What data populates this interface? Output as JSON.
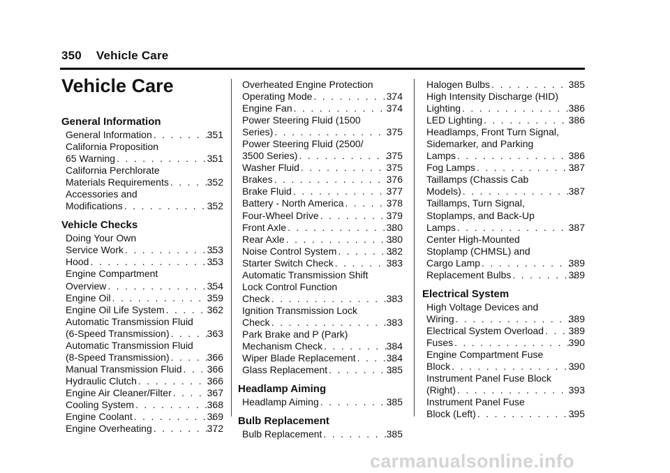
{
  "header": {
    "page_number": "350",
    "section": "Vehicle Care"
  },
  "title": "Vehicle Care",
  "watermark": "carmanualsonline.info",
  "columns": [
    [
      {
        "type": "section",
        "text": "General Information"
      },
      {
        "type": "entry",
        "lines": [
          "General Information"
        ],
        "page": "351"
      },
      {
        "type": "entry",
        "lines": [
          "California Proposition",
          "65 Warning"
        ],
        "page": "351"
      },
      {
        "type": "entry",
        "lines": [
          "California Perchlorate",
          "Materials Requirements"
        ],
        "page": "352"
      },
      {
        "type": "entry",
        "lines": [
          "Accessories and",
          "Modifications"
        ],
        "page": "352"
      },
      {
        "type": "section",
        "text": "Vehicle Checks"
      },
      {
        "type": "entry",
        "lines": [
          "Doing Your Own",
          "Service Work"
        ],
        "page": "353"
      },
      {
        "type": "entry",
        "lines": [
          "Hood"
        ],
        "page": "353"
      },
      {
        "type": "entry",
        "lines": [
          "Engine Compartment",
          "Overview"
        ],
        "page": "354"
      },
      {
        "type": "entry",
        "lines": [
          "Engine Oil"
        ],
        "page": "359"
      },
      {
        "type": "entry",
        "lines": [
          "Engine Oil Life System"
        ],
        "page": "362"
      },
      {
        "type": "entry",
        "lines": [
          "Automatic Transmission Fluid",
          "(6-Speed Transmission)"
        ],
        "page": "363"
      },
      {
        "type": "entry",
        "lines": [
          "Automatic Transmission Fluid",
          "(8-Speed Transmission)"
        ],
        "page": "366"
      },
      {
        "type": "entry",
        "lines": [
          "Manual Transmission Fluid"
        ],
        "page": "366"
      },
      {
        "type": "entry",
        "lines": [
          "Hydraulic Clutch"
        ],
        "page": "366"
      },
      {
        "type": "entry",
        "lines": [
          "Engine Air Cleaner/Filter"
        ],
        "page": "367"
      },
      {
        "type": "entry",
        "lines": [
          "Cooling System"
        ],
        "page": "368"
      },
      {
        "type": "entry",
        "lines": [
          "Engine Coolant"
        ],
        "page": "369"
      },
      {
        "type": "entry",
        "lines": [
          "Engine Overheating"
        ],
        "page": "372"
      }
    ],
    [
      {
        "type": "entry",
        "lines": [
          "Overheated Engine Protection",
          "Operating Mode"
        ],
        "page": "374"
      },
      {
        "type": "entry",
        "lines": [
          "Engine Fan"
        ],
        "page": "374"
      },
      {
        "type": "entry",
        "lines": [
          "Power Steering Fluid (1500",
          "Series)"
        ],
        "page": "375"
      },
      {
        "type": "entry",
        "lines": [
          "Power Steering Fluid (2500/",
          "3500 Series)"
        ],
        "page": "375"
      },
      {
        "type": "entry",
        "lines": [
          "Washer Fluid"
        ],
        "page": "375"
      },
      {
        "type": "entry",
        "lines": [
          "Brakes"
        ],
        "page": "376"
      },
      {
        "type": "entry",
        "lines": [
          "Brake Fluid"
        ],
        "page": "377"
      },
      {
        "type": "entry",
        "lines": [
          "Battery - North America"
        ],
        "page": "378"
      },
      {
        "type": "entry",
        "lines": [
          "Four-Wheel Drive"
        ],
        "page": "379"
      },
      {
        "type": "entry",
        "lines": [
          "Front Axle"
        ],
        "page": "380"
      },
      {
        "type": "entry",
        "lines": [
          "Rear Axle"
        ],
        "page": "380"
      },
      {
        "type": "entry",
        "lines": [
          "Noise Control System"
        ],
        "page": "382"
      },
      {
        "type": "entry",
        "lines": [
          "Starter Switch Check"
        ],
        "page": "383"
      },
      {
        "type": "entry",
        "lines": [
          "Automatic Transmission Shift",
          "Lock Control Function",
          "Check"
        ],
        "page": "383"
      },
      {
        "type": "entry",
        "lines": [
          "Ignition Transmission Lock",
          "Check"
        ],
        "page": "383"
      },
      {
        "type": "entry",
        "lines": [
          "Park Brake and P (Park)",
          "Mechanism Check"
        ],
        "page": "384"
      },
      {
        "type": "entry",
        "lines": [
          "Wiper Blade Replacement"
        ],
        "page": "384"
      },
      {
        "type": "entry",
        "lines": [
          "Glass Replacement"
        ],
        "page": "385"
      },
      {
        "type": "section",
        "text": "Headlamp Aiming"
      },
      {
        "type": "entry",
        "lines": [
          "Headlamp Aiming"
        ],
        "page": "385"
      },
      {
        "type": "section",
        "text": "Bulb Replacement"
      },
      {
        "type": "entry",
        "lines": [
          "Bulb Replacement"
        ],
        "page": "385"
      }
    ],
    [
      {
        "type": "entry",
        "lines": [
          "Halogen Bulbs"
        ],
        "page": "385"
      },
      {
        "type": "entry",
        "lines": [
          "High Intensity Discharge (HID)",
          "Lighting"
        ],
        "page": "386"
      },
      {
        "type": "entry",
        "lines": [
          "LED Lighting"
        ],
        "page": "386"
      },
      {
        "type": "entry",
        "lines": [
          "Headlamps, Front Turn Signal,",
          "Sidemarker, and Parking",
          "Lamps"
        ],
        "page": "386"
      },
      {
        "type": "entry",
        "lines": [
          "Fog Lamps"
        ],
        "page": "387"
      },
      {
        "type": "entry",
        "lines": [
          "Taillamps (Chassis Cab",
          "Models)"
        ],
        "page": "387"
      },
      {
        "type": "entry",
        "lines": [
          "Taillamps, Turn Signal,",
          "Stoplamps, and Back-Up",
          "Lamps"
        ],
        "page": "387"
      },
      {
        "type": "entry",
        "lines": [
          "Center High-Mounted",
          "Stoplamp (CHMSL) and",
          "Cargo Lamp"
        ],
        "page": "389"
      },
      {
        "type": "entry",
        "lines": [
          "Replacement Bulbs"
        ],
        "page": "389"
      },
      {
        "type": "section",
        "text": "Electrical System"
      },
      {
        "type": "entry",
        "lines": [
          "High Voltage Devices and",
          "Wiring"
        ],
        "page": "389"
      },
      {
        "type": "entry",
        "lines": [
          "Electrical System Overload"
        ],
        "page": "389"
      },
      {
        "type": "entry",
        "lines": [
          "Fuses"
        ],
        "page": "390"
      },
      {
        "type": "entry",
        "lines": [
          "Engine Compartment Fuse",
          "Block"
        ],
        "page": "390"
      },
      {
        "type": "entry",
        "lines": [
          "Instrument Panel Fuse Block",
          "(Right)"
        ],
        "page": "393"
      },
      {
        "type": "entry",
        "lines": [
          "Instrument Panel Fuse",
          "Block (Left)"
        ],
        "page": "395"
      }
    ]
  ]
}
